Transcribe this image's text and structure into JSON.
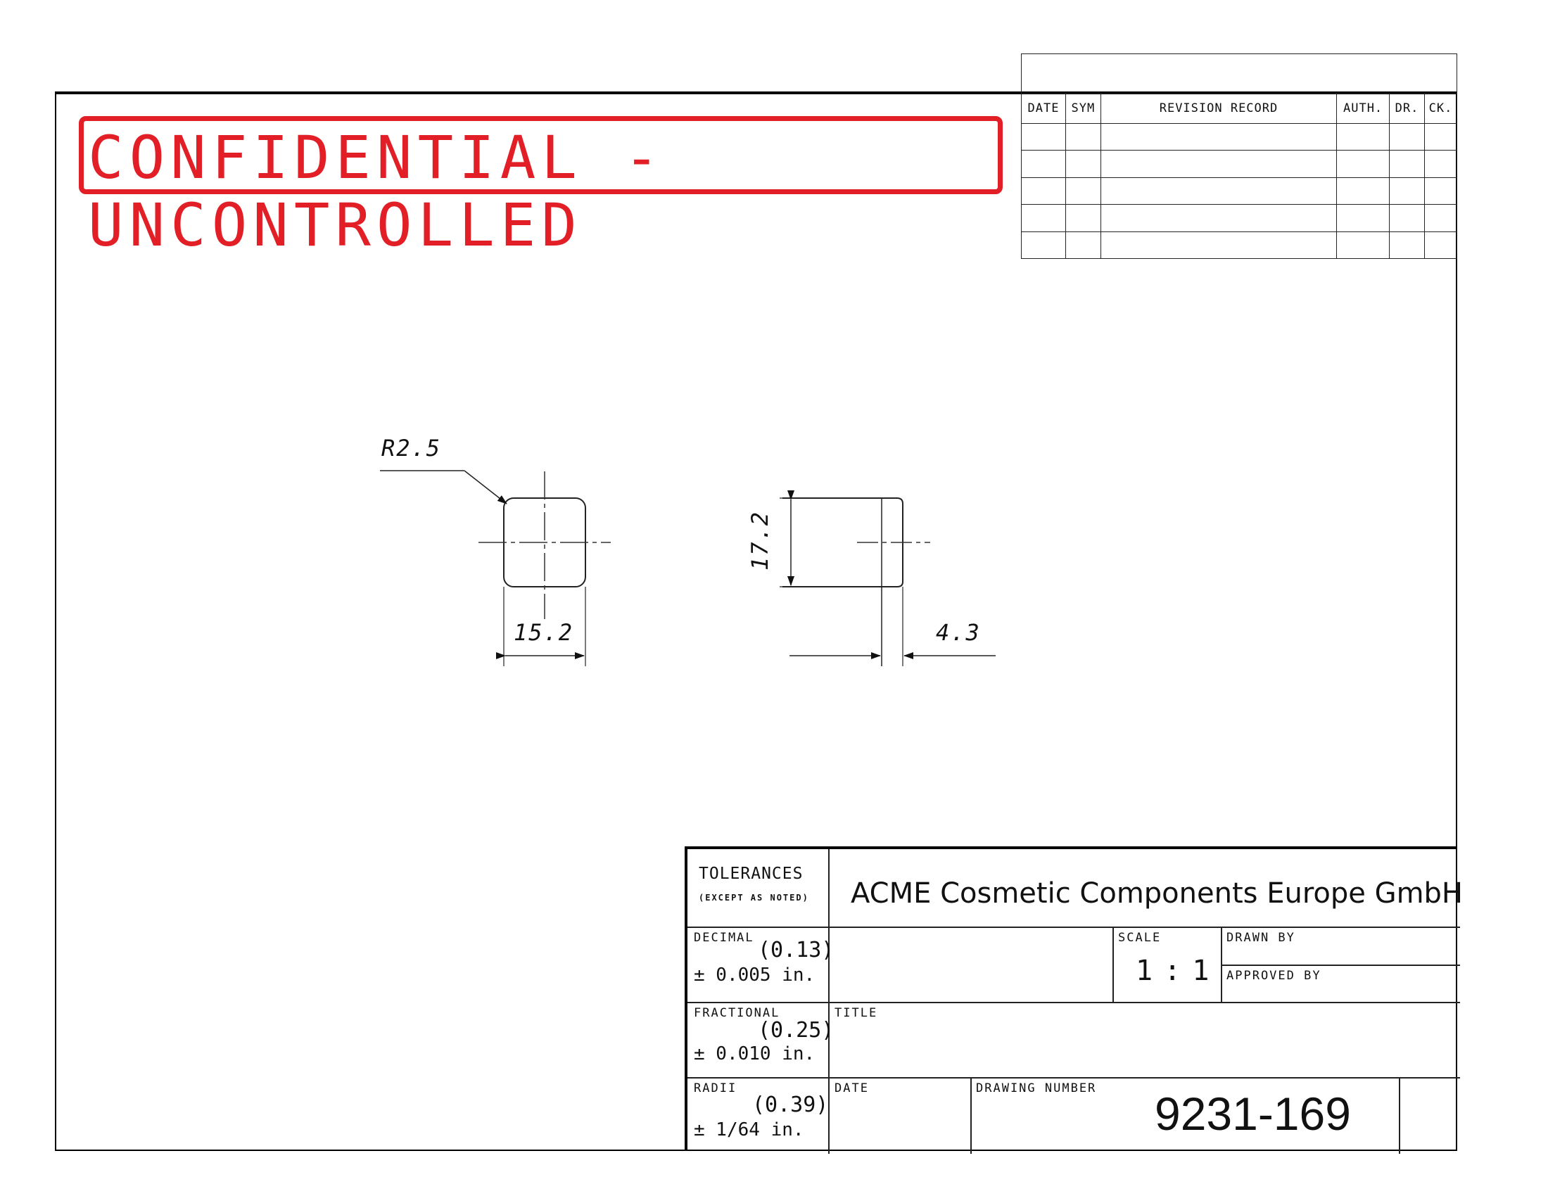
{
  "stamp": {
    "text": "CONFIDENTIAL - UNCONTROLLED"
  },
  "revision_table": {
    "headers": [
      "DATE",
      "SYM",
      "REVISION RECORD",
      "AUTH.",
      "DR.",
      "CK."
    ],
    "rows": [
      [
        "",
        "",
        "",
        "",
        "",
        ""
      ],
      [
        "",
        "",
        "",
        "",
        "",
        ""
      ],
      [
        "",
        "",
        "",
        "",
        "",
        ""
      ],
      [
        "",
        "",
        "",
        "",
        "",
        ""
      ],
      [
        "",
        "",
        "",
        "",
        "",
        ""
      ]
    ]
  },
  "drawing": {
    "radius_label": "R2.5",
    "front_width": "15.2",
    "side_height": "17.2",
    "side_thickness": "4.3"
  },
  "title_block": {
    "tolerances": {
      "heading": "TOLERANCES",
      "note": "(EXCEPT AS NOTED)"
    },
    "company": "ACME Cosmetic Components Europe GmbH",
    "decimal": {
      "label": "DECIMAL",
      "metric": "(0.13)",
      "value": "± 0.005 in."
    },
    "fractional": {
      "label": "FRACTIONAL",
      "metric": "(0.25)",
      "value": "± 0.010 in."
    },
    "radii": {
      "label": "RADII",
      "metric": "(0.39)",
      "value": "± 1/64 in."
    },
    "scale": {
      "label": "SCALE",
      "value": "1 : 1"
    },
    "drawn_by": {
      "label": "DRAWN BY",
      "value": ""
    },
    "approved_by": {
      "label": "APPROVED BY",
      "value": ""
    },
    "title": {
      "label": "TITLE",
      "value": ""
    },
    "date": {
      "label": "DATE",
      "value": ""
    },
    "drawing_number": {
      "label": "DRAWING NUMBER",
      "value": "9231-169"
    }
  },
  "colors": {
    "stamp": "#e21f26",
    "lines": "#222222"
  }
}
